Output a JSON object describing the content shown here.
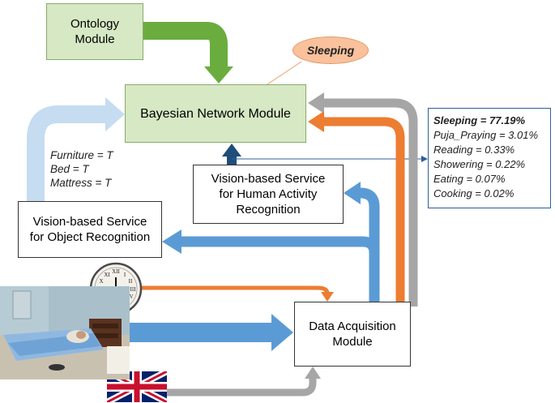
{
  "nodes": {
    "ontology": "Ontology\nModule",
    "bayesian": "Bayesian Network Module",
    "activity": "Vision-based Service\nfor Human Activity\nRecognition",
    "object": "Vision-based Service\nfor Object Recognition",
    "acquisition": "Data Acquisition\nModule",
    "inferred": "Sleeping"
  },
  "object_facts": [
    "Furniture = T",
    "Bed = T",
    "Mattress = T"
  ],
  "results": {
    "top": "Sleeping = 77.19%",
    "others": [
      "Puja_Praying = 3.01%",
      "Reading = 0.33%",
      "Showering = 0.22%",
      "Eating = 0.07%",
      "Cooking = 0.02%"
    ]
  },
  "colors": {
    "green": "#6aad3e",
    "light_blue": "#c5dcf1",
    "blue": "#5b9bd5",
    "dark_blue": "#1f4e79",
    "orange": "#ed7d31",
    "gray": "#a6a6a6"
  },
  "icons": [
    "clock-icon",
    "uk-flag-icon",
    "bedroom-photo"
  ]
}
